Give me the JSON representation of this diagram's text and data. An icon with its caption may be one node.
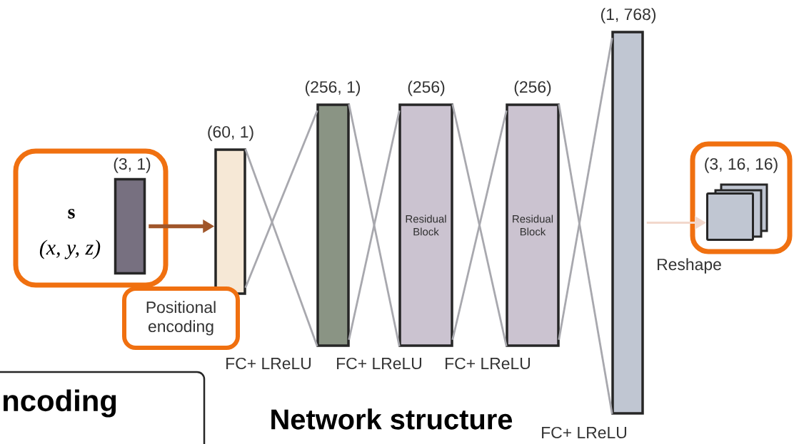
{
  "diagram": {
    "nodes": [
      {
        "text": [
          "s",
          "(x, y, z)"
        ]
      },
      {
        "text": [],
        "shape": "bar",
        "in": 0,
        "beside": [
          "(3, 1)"
        ]
      },
      {
        "text": [],
        "shape": "bar",
        "beside": [
          "(60, 1)"
        ]
      },
      {
        "text": [
          "Positional encoding"
        ]
      },
      {
        "text": [],
        "shape": "bar",
        "beside": [
          "(256, 1)"
        ]
      },
      {
        "text": [
          "Residual Block"
        ],
        "beside": [
          "(256)"
        ]
      },
      {
        "text": [
          "Residual Block"
        ],
        "beside": [
          "(256)"
        ]
      },
      {
        "text": [],
        "shape": "bar",
        "beside": [
          "(1, 768)"
        ]
      },
      {
        "text": [
          "(3, 16, 16)"
        ]
      },
      {
        "text": [],
        "shape": "box",
        "in": 8
      },
      {
        "text": [
          "ncoding"
        ]
      }
    ],
    "edges": [
      {
        "from": 1,
        "to": 2,
        "arrow": "to",
        "style": "thick",
        "color": "#a0562a"
      },
      {
        "from": 2,
        "to": 4,
        "arrow": "none",
        "label": "FC+ LReLU"
      },
      {
        "from": 2,
        "to": 4,
        "arrow": "none"
      },
      {
        "from": 4,
        "to": 5,
        "arrow": "none",
        "label": "FC+ LReLU"
      },
      {
        "from": 4,
        "to": 5,
        "arrow": "none"
      },
      {
        "from": 5,
        "to": 6,
        "arrow": "none",
        "label": "FC+ LReLU"
      },
      {
        "from": 5,
        "to": 6,
        "arrow": "none"
      },
      {
        "from": 6,
        "to": 7,
        "arrow": "none",
        "label": "FC+ LReLU"
      },
      {
        "from": 6,
        "to": 7,
        "arrow": "none"
      },
      {
        "from": 7,
        "to": 9,
        "arrow": "to",
        "label": "Reshape",
        "color": "#f2d8cc"
      }
    ],
    "labels": [
      "Network structure"
    ]
  }
}
